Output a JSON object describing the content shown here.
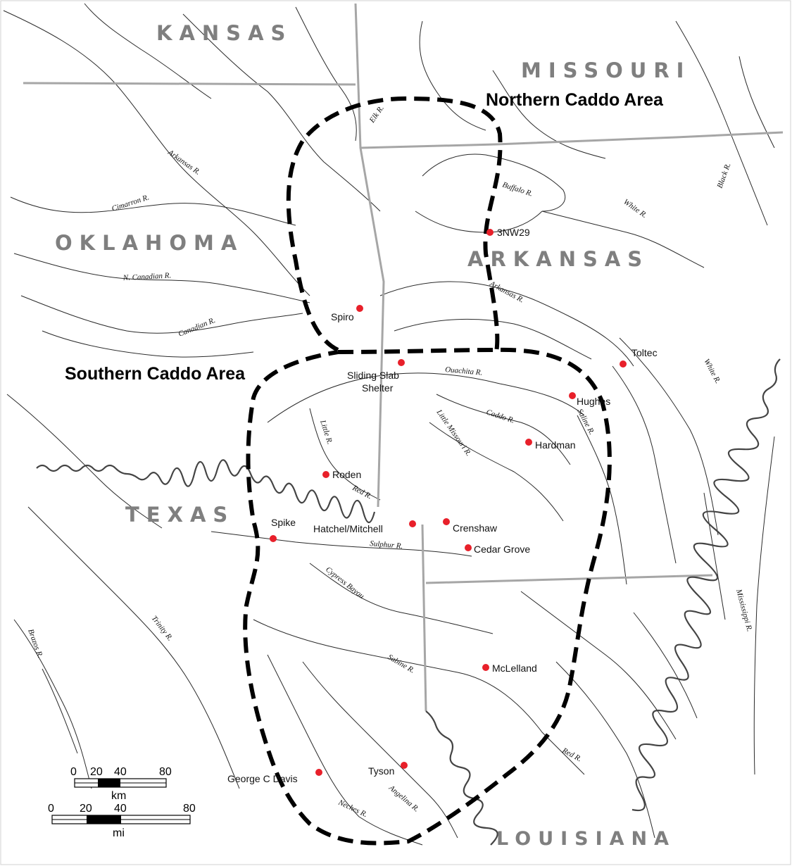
{
  "states": [
    {
      "id": "kansas",
      "label": "KANSAS"
    },
    {
      "id": "missouri",
      "label": "MISSOURI"
    },
    {
      "id": "oklahoma",
      "label": "OKLAHOMA"
    },
    {
      "id": "arkansas",
      "label": "ARKANSAS"
    },
    {
      "id": "texas",
      "label": "TEXAS"
    },
    {
      "id": "louisiana",
      "label": "LOUISIANA"
    }
  ],
  "areas": {
    "northern": "Northern Caddo Area",
    "southern": "Southern Caddo Area"
  },
  "sites": [
    {
      "id": "3nw29",
      "label": "3NW29"
    },
    {
      "id": "spiro",
      "label": "Spiro"
    },
    {
      "id": "sliding-slab-shelter",
      "label": "Sliding Slab",
      "label2": "Shelter"
    },
    {
      "id": "toltec",
      "label": "Toltec"
    },
    {
      "id": "hughes",
      "label": "Hughes"
    },
    {
      "id": "hardman",
      "label": "Hardman"
    },
    {
      "id": "roden",
      "label": "Roden"
    },
    {
      "id": "spike",
      "label": "Spike"
    },
    {
      "id": "hatchel-mitchell",
      "label": "Hatchel/Mitchell"
    },
    {
      "id": "crenshaw",
      "label": "Crenshaw"
    },
    {
      "id": "cedar-grove",
      "label": "Cedar Grove"
    },
    {
      "id": "mclelland",
      "label": "McLelland"
    },
    {
      "id": "tyson",
      "label": "Tyson"
    },
    {
      "id": "george-c-davis",
      "label": "George C Davis"
    }
  ],
  "rivers": [
    {
      "id": "elk",
      "label": "Elk R."
    },
    {
      "id": "arkansas-ok",
      "label": "Arkansas R."
    },
    {
      "id": "cimarron",
      "label": "Cimarron R."
    },
    {
      "id": "n-canadian",
      "label": "N. Canadian R."
    },
    {
      "id": "canadian",
      "label": "Canadian R."
    },
    {
      "id": "buffalo",
      "label": "Buffalo R."
    },
    {
      "id": "white-n",
      "label": "White R."
    },
    {
      "id": "black",
      "label": "Black R."
    },
    {
      "id": "arkansas-ar",
      "label": "Arkansas R."
    },
    {
      "id": "ouachita",
      "label": "Ouachita R."
    },
    {
      "id": "white-s",
      "label": "White R."
    },
    {
      "id": "caddo",
      "label": "Caddo R."
    },
    {
      "id": "little-missouri",
      "label": "Little Missouri R."
    },
    {
      "id": "saline",
      "label": "Saline R."
    },
    {
      "id": "little",
      "label": "Little R."
    },
    {
      "id": "red-n",
      "label": "Red R."
    },
    {
      "id": "sulphur",
      "label": "Sulphur R."
    },
    {
      "id": "cypress",
      "label": "Cypress Bayou"
    },
    {
      "id": "trinity",
      "label": "Trinity R."
    },
    {
      "id": "brazos",
      "label": "Brazos R."
    },
    {
      "id": "sabine",
      "label": "Sabine R."
    },
    {
      "id": "red-s",
      "label": "Red R."
    },
    {
      "id": "mississippi",
      "label": "Mississippi R."
    },
    {
      "id": "angelina",
      "label": "Angelina R."
    },
    {
      "id": "neches",
      "label": "Neches R."
    }
  ],
  "scale": {
    "km": {
      "ticks": [
        "0",
        "20",
        "40",
        "80"
      ],
      "unit": "km"
    },
    "mi": {
      "ticks": [
        "0",
        "20",
        "40",
        "80"
      ],
      "unit": "mi"
    }
  },
  "colors": {
    "site_dot": "#e8202a",
    "border": "#a6a6a6",
    "state_label": "#7f7f7f"
  }
}
